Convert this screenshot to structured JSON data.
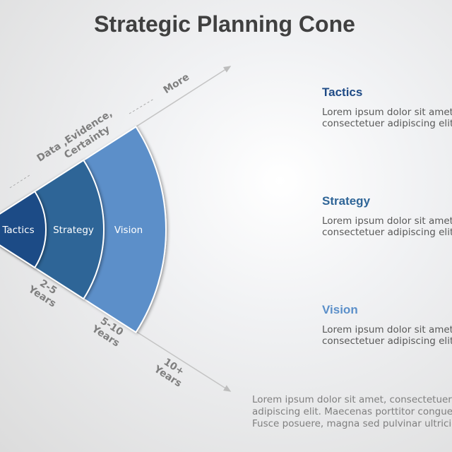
{
  "title": "Strategic Planning Cone",
  "cone": {
    "segments": [
      {
        "label": "Tactics",
        "color": "#1f4b86"
      },
      {
        "label": "Strategy",
        "color": "#2f6597"
      },
      {
        "label": "Vision",
        "color": "#5b8fc9"
      }
    ],
    "top_axis": {
      "label1": "Data ,Evidence,",
      "label2": "Certainty",
      "end_label": "More"
    },
    "bottom_axis": {
      "labels": [
        [
          "2-5",
          "Years"
        ],
        [
          "5-10",
          "Years"
        ],
        [
          "10+",
          "Years"
        ]
      ]
    }
  },
  "blocks": [
    {
      "heading": "Tactics",
      "color": "#1f4b86",
      "line1": "Lorem ipsum dolor sit amet,",
      "line2": "consectetuer adipiscing elit."
    },
    {
      "heading": "Strategy",
      "color": "#2f6597",
      "line1": "Lorem ipsum dolor sit amet,",
      "line2": "consectetuer adipiscing elit."
    },
    {
      "heading": "Vision",
      "color": "#5b8fc9",
      "line1": "Lorem ipsum dolor sit amet,",
      "line2": "consectetuer adipiscing elit."
    }
  ],
  "footer": {
    "line1": "Lorem ipsum dolor sit amet, consectetuer",
    "line2": "adipiscing elit. Maecenas porttitor congue",
    "line3": "Fusce posuere, magna sed pulvinar ultricies"
  }
}
